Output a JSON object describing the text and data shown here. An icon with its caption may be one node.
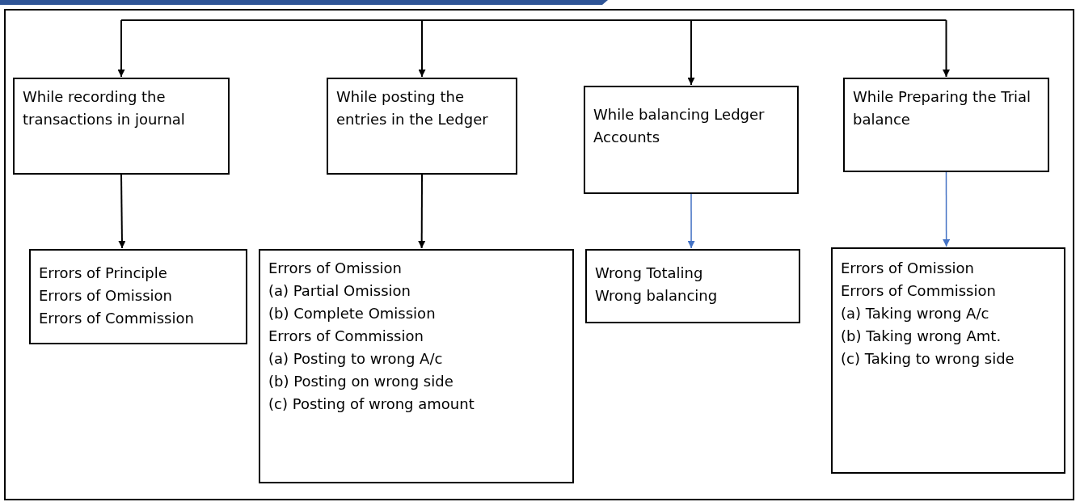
{
  "diagram": {
    "nodes": [
      {
        "text": [
          "While recording the transactions in journal"
        ]
      },
      {
        "text": [
          "While posting the entries in the Ledger"
        ]
      },
      {
        "text": [
          "While balancing Ledger Accounts"
        ]
      },
      {
        "text": [
          "While Preparing the Trial balance"
        ]
      },
      {
        "text": [
          "Errors of Principle",
          "Errors of Omission",
          "Errors of Commission"
        ]
      },
      {
        "text": [
          "Errors of Omission",
          "(a) Partial Omission",
          "(b) Complete Omission",
          "Errors of Commission",
          "(a) Posting to wrong A/c",
          "(b) Posting on wrong side",
          "(c) Posting of wrong amount"
        ]
      },
      {
        "text": [
          "Wrong Totaling",
          "Wrong balancing"
        ]
      },
      {
        "text": [
          "Errors of Omission",
          "Errors of Commission",
          "(a) Taking wrong A/c",
          "(b) Taking wrong Amt.",
          "(c) Taking to wrong side"
        ]
      }
    ],
    "edges": [
      {
        "from": null,
        "to": 0,
        "arrow": "to"
      },
      {
        "from": null,
        "to": 1,
        "arrow": "to"
      },
      {
        "from": null,
        "to": 2,
        "arrow": "to"
      },
      {
        "from": null,
        "to": 3,
        "arrow": "to"
      },
      {
        "from": 0,
        "to": 4,
        "arrow": "to"
      },
      {
        "from": 1,
        "to": 5,
        "arrow": "to"
      },
      {
        "from": 2,
        "to": 6,
        "arrow": "to",
        "color": "#4472c4"
      },
      {
        "from": 3,
        "to": 7,
        "arrow": "to",
        "color": "#4472c4"
      }
    ]
  }
}
